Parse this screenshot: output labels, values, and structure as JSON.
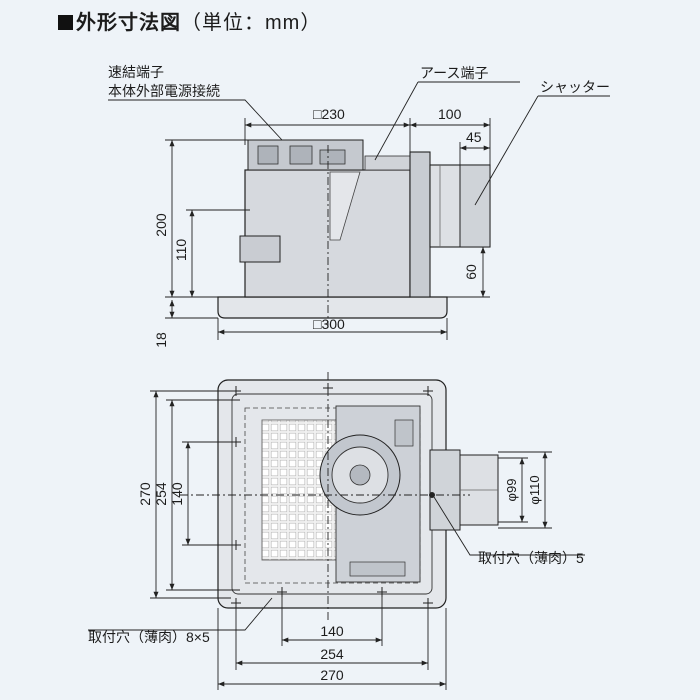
{
  "title": {
    "main": "外形寸法図",
    "unit": "（単位：mm）"
  },
  "labels": {
    "quick_terminal_1": "速結端子",
    "quick_terminal_2": "本体外部電源接続",
    "earth_terminal": "アース端子",
    "shutter": "シャッター",
    "mount_hole_right": "取付穴（薄肉）5",
    "mount_hole_left": "取付穴（薄肉）8×5"
  },
  "dimensions": {
    "top_size": "□230",
    "bottom_size": "□300",
    "adapter_length": "100",
    "shutter_length": "45",
    "height": "200",
    "center_height": "110",
    "flange": "18",
    "duct_offset": "60",
    "left_outer": "270",
    "left_mid": "254",
    "left_inner": "140",
    "bottom_inner": "140",
    "bottom_mid": "254",
    "bottom_outer": "270",
    "pipe_inner": "φ99",
    "pipe_outer": "φ110"
  },
  "colors": {
    "line": "#222222",
    "body_fill": "#d4d8de",
    "body_dark": "#9aa0a8",
    "grille": "#ffffff"
  }
}
